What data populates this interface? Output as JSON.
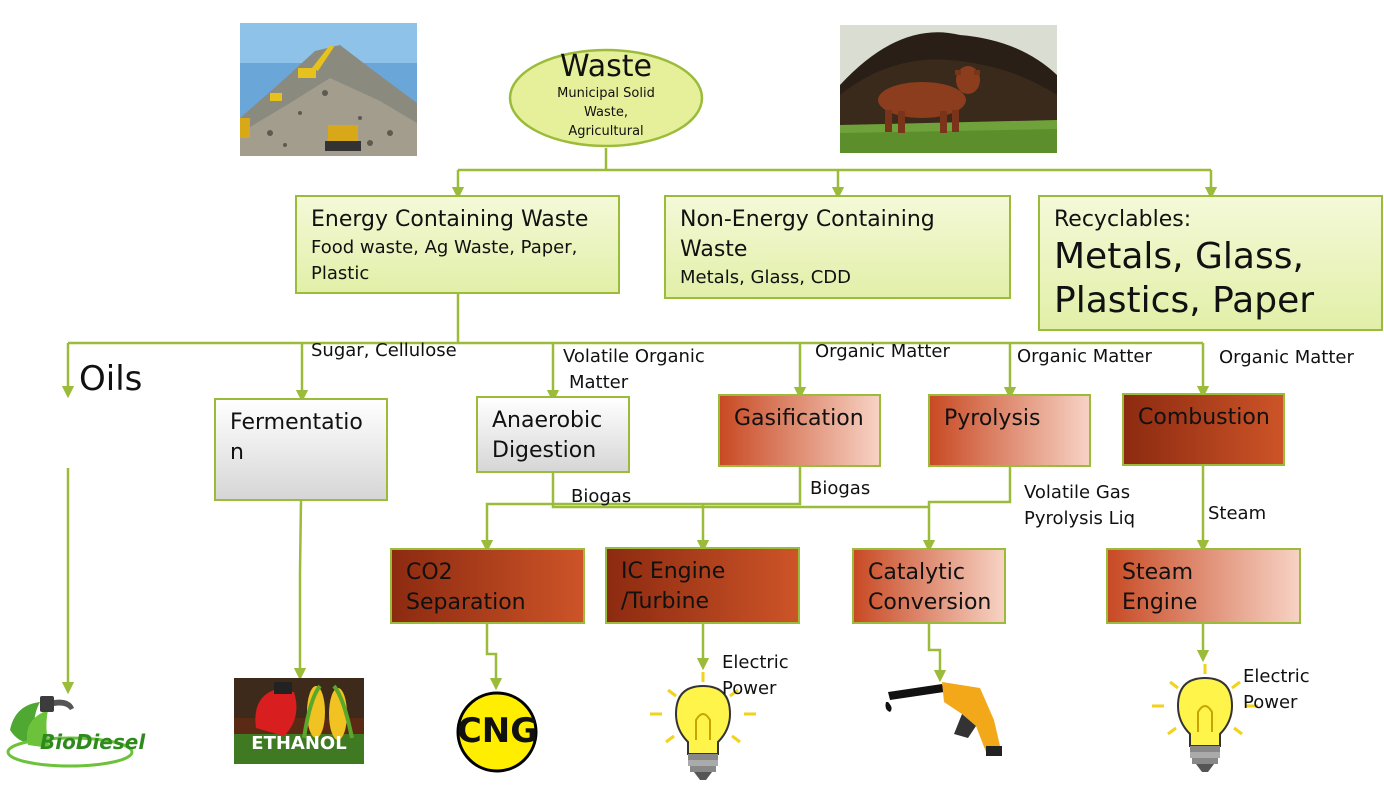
{
  "root": {
    "title": "Waste",
    "subtitle_lines": [
      "Municipal Solid",
      "Waste,",
      "Agricultural"
    ]
  },
  "categories": {
    "energy": {
      "title": "Energy Containing Waste",
      "detail_lines": [
        "Food waste, Ag Waste, Paper,",
        "Plastic"
      ]
    },
    "non_energy": {
      "title_lines": [
        "Non-Energy Containing",
        "Waste"
      ],
      "detail": "Metals, Glass, CDD"
    },
    "recyclables": {
      "title": "Recyclables:",
      "detail_lines": [
        "Metals, Glass,",
        "Plastics, Paper"
      ]
    }
  },
  "oils_label": "Oils",
  "processes": {
    "fermentation": [
      "Fermentatio",
      "n"
    ],
    "anaerobic": [
      "Anaerobic",
      "Digestion"
    ],
    "gasification": [
      "Gasification"
    ],
    "pyrolysis": [
      "Pyrolysis"
    ],
    "combustion": [
      "Combustion"
    ]
  },
  "feed_labels": {
    "sugar": "Sugar, Cellulose",
    "volatile_organic": [
      "Volatile Organic",
      "Matter"
    ],
    "organic_1": "Organic Matter",
    "organic_2": "Organic Matter",
    "organic_3": "Organic Matter"
  },
  "mid_labels": {
    "biogas_1": "Biogas",
    "biogas_2": "Biogas",
    "volatile_gas": [
      "Volatile Gas",
      "Pyrolysis Liq"
    ],
    "steam": "Steam"
  },
  "conversions": {
    "co2": [
      "CO2",
      "Separation"
    ],
    "ic_engine": [
      "IC Engine",
      "/Turbine"
    ],
    "catalytic": [
      "Catalytic",
      "Conversion"
    ],
    "steam_engine": [
      "Steam",
      "Engine"
    ]
  },
  "outputs": {
    "biodiesel": "BioDiesel",
    "ethanol": "ETHANOL",
    "cng": "CNG",
    "electric_1": [
      "Electric",
      "Power"
    ],
    "electric_2": [
      "Electric",
      "Power"
    ]
  },
  "colors": {
    "connector": "#9bbb3a",
    "box_border": "#9bbb3a",
    "green_fill": "#e8f2b4",
    "red_dark": "#a8361a",
    "red_light": "#f3c6b3",
    "cng_yellow": "#ffee00",
    "bulb_yellow": "#fff44a"
  },
  "icons": [
    "landfill-photo",
    "cow-compost-photo",
    "biodiesel-icon",
    "ethanol-icon",
    "cng-icon",
    "lightbulb-icon",
    "fuel-nozzle-icon"
  ]
}
